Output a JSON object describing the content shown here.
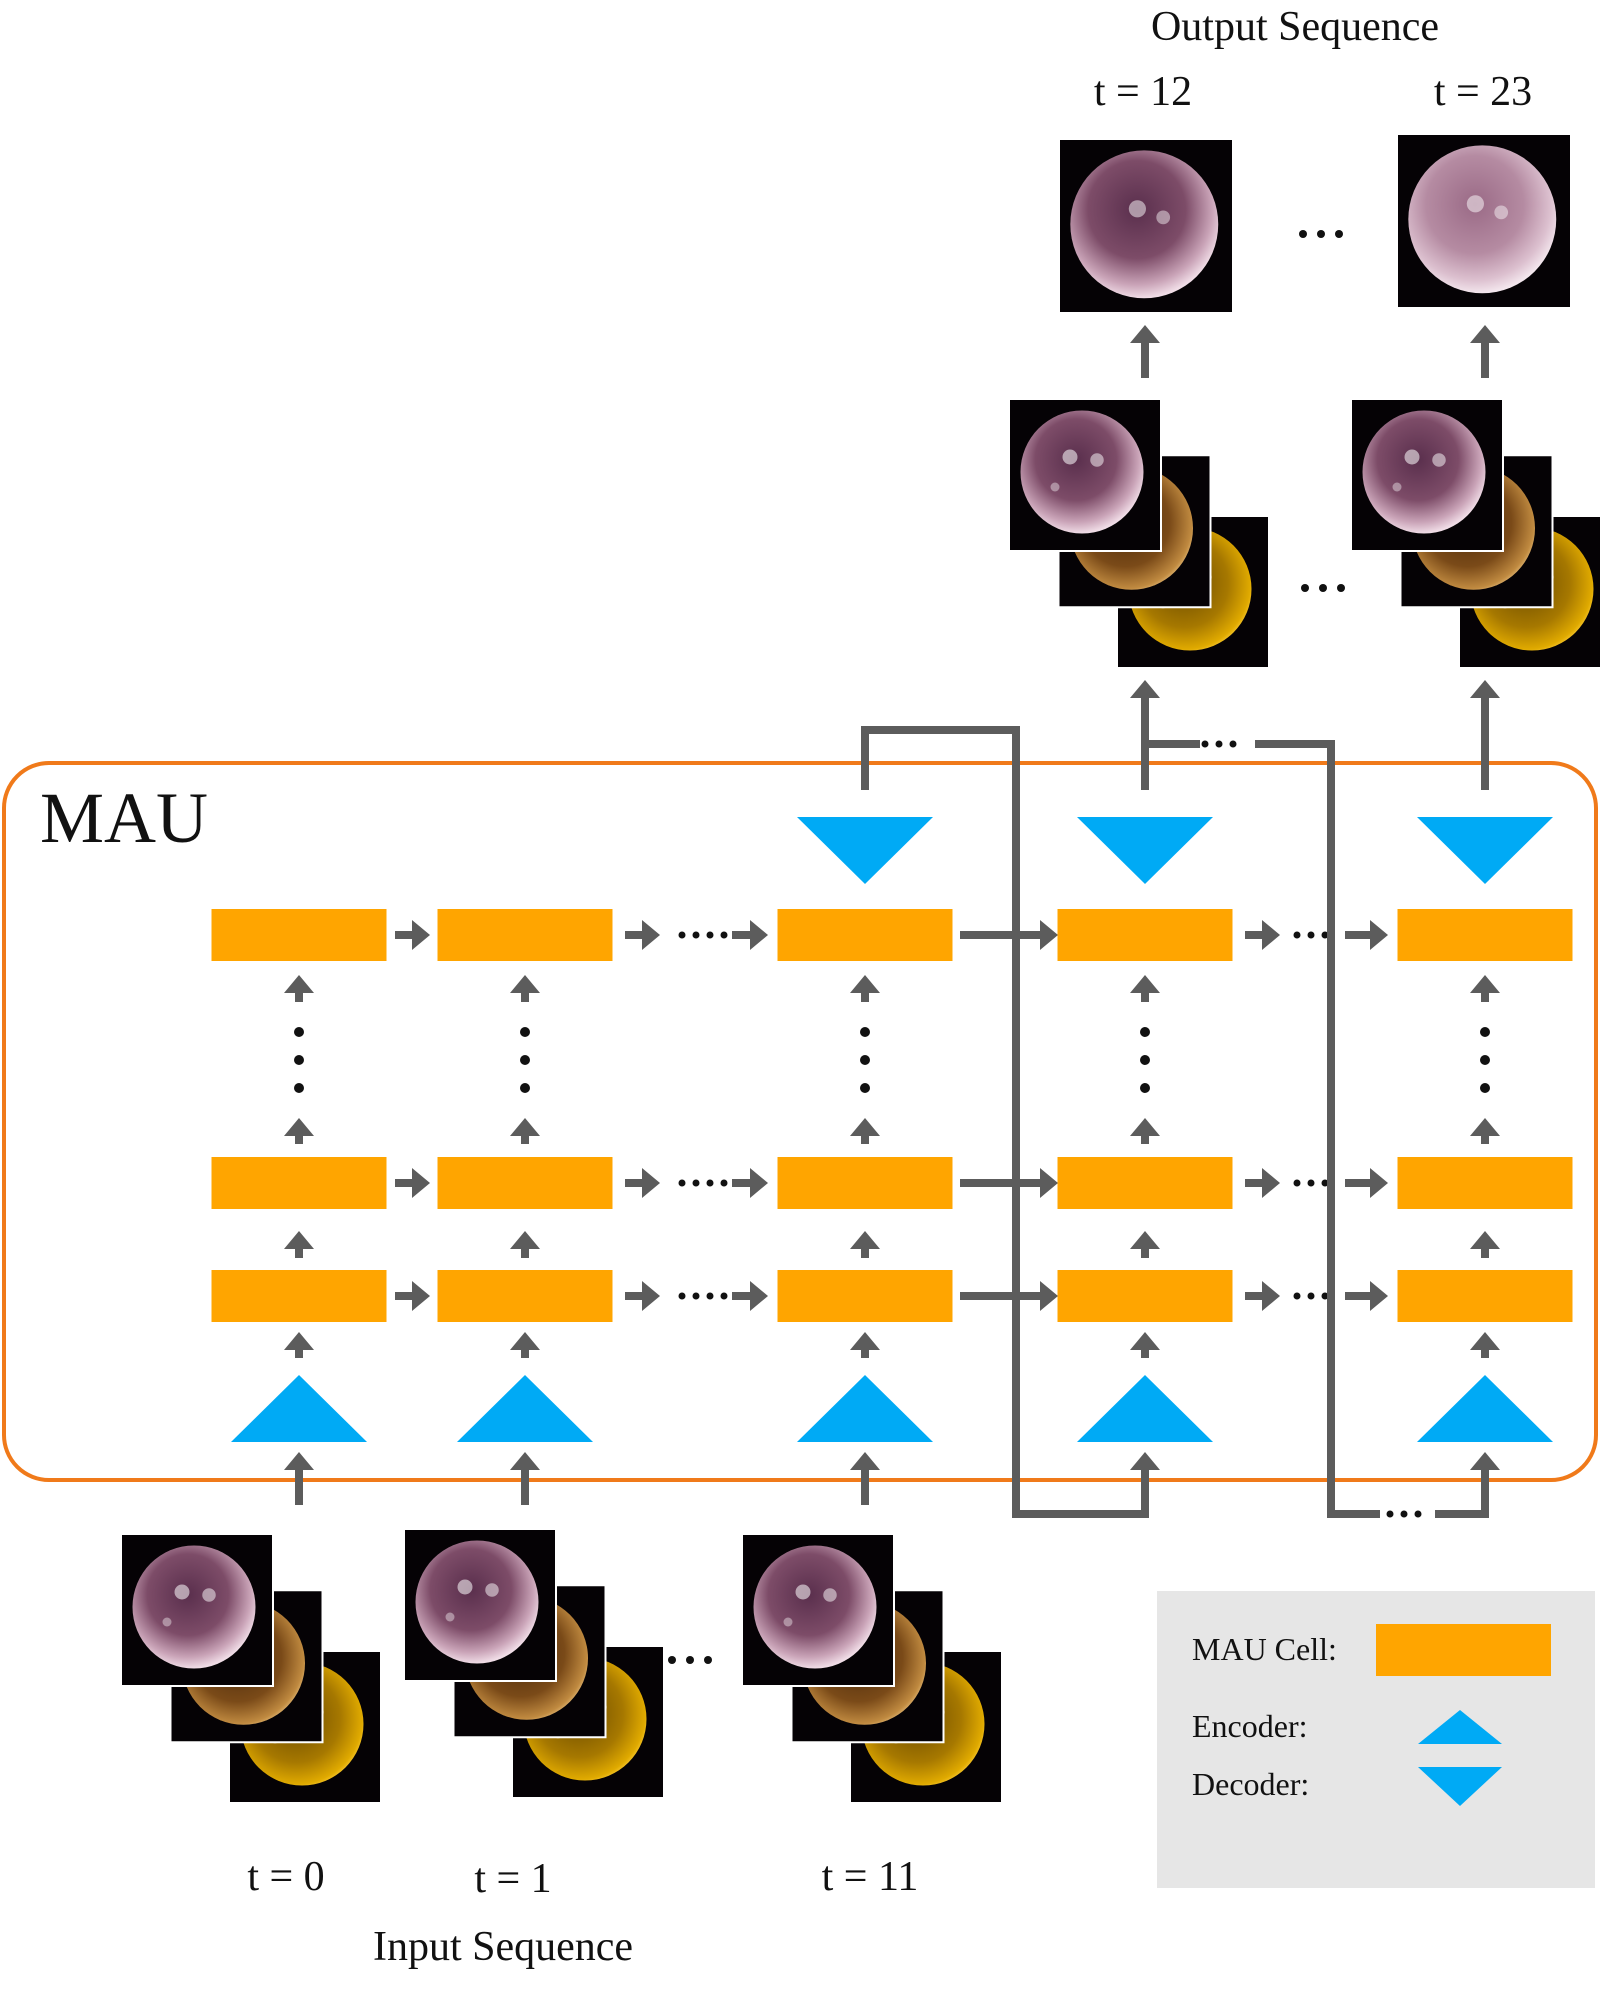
{
  "title_output": "Output Sequence",
  "title_input": "Input Sequence",
  "model_label": "MAU",
  "output_times": [
    "t = 12",
    "t = 23"
  ],
  "input_times": [
    "t = 0",
    "t = 1",
    "t = 11"
  ],
  "ellipsis": "…",
  "legend": {
    "cell_label": "MAU Cell:",
    "encoder_label": "Encoder:",
    "decoder_label": "Decoder:"
  },
  "colors": {
    "cell": "#FFA500",
    "encoder_decoder": "#00AAF5",
    "frame": "#F07A1A",
    "arrow": "#5C5C5C",
    "legend_bg": "#E6E6E6",
    "sun_purple": "#8A5A72",
    "sun_brown": "#8A5A1E",
    "sun_gold": "#D9A200"
  }
}
